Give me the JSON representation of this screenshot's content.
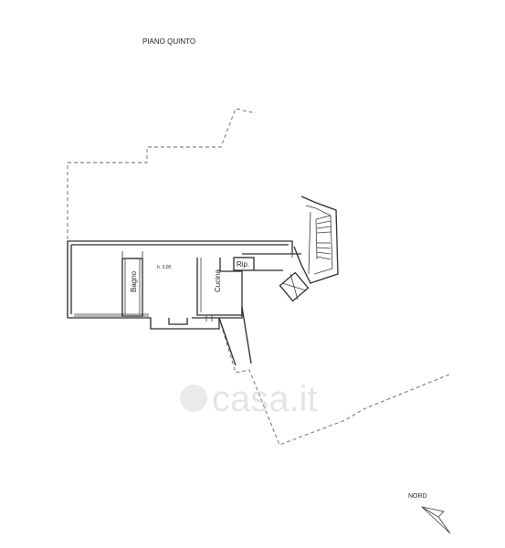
{
  "plan": {
    "floor_title": "PIANO QUINTO",
    "rooms": [
      {
        "label": "Bagno"
      },
      {
        "label": "Cucina"
      },
      {
        "label": "Rip."
      }
    ],
    "height_note": "h. 3,00",
    "north_label": "NORD"
  },
  "watermark": {
    "text": "casa.it"
  }
}
